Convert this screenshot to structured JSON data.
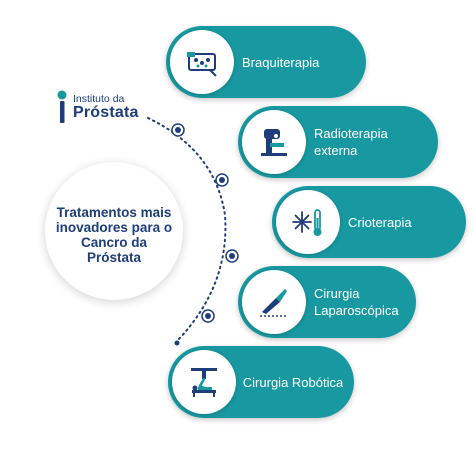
{
  "logo": {
    "line1": "Instituto da",
    "line2": "Próstata"
  },
  "center": {
    "title": "Tratamentos mais inovadores para o Cancro da Próstata"
  },
  "treatments": [
    {
      "label": "Braquiterapia",
      "icon": "brachytherapy-grid-icon"
    },
    {
      "label": "Radioterapia externa",
      "icon": "radiotherapy-machine-icon"
    },
    {
      "label": "Crioterapia",
      "icon": "snowflake-thermometer-icon"
    },
    {
      "label": "Cirurgia Laparoscópica",
      "icon": "scalpel-icon"
    },
    {
      "label": "Cirurgia Robótica",
      "icon": "robotic-arm-icon"
    }
  ],
  "colors": {
    "teal": "#1899a1",
    "navy": "#1e3d7a",
    "dots": "#1e3d7a"
  }
}
